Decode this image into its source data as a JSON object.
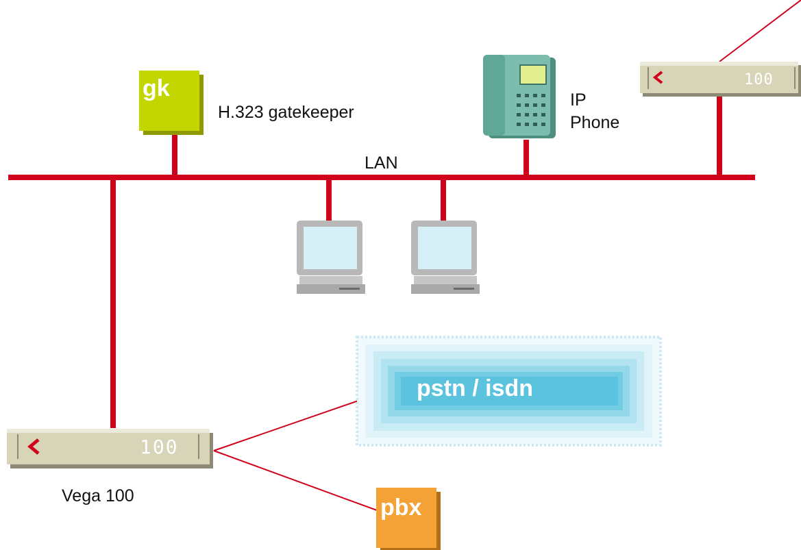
{
  "lan": {
    "label": "LAN"
  },
  "gatekeeper": {
    "icon_text": "gk",
    "label": "H.323 gatekeeper"
  },
  "ip_phone": {
    "label_line1": "IP",
    "label_line2": "Phone"
  },
  "vega_main": {
    "label": "Vega 100",
    "display": "100"
  },
  "vega_remote": {
    "display": "100"
  },
  "pstn": {
    "label": "pstn / isdn"
  },
  "pbx": {
    "label": "pbx"
  },
  "colors": {
    "link": "#d0021b",
    "gatekeeper": "#c4d600",
    "pbx": "#f4a236",
    "cloud": "#5bc3dd",
    "phone": "#6fb5a3",
    "device_body": "#d8d4b8"
  }
}
